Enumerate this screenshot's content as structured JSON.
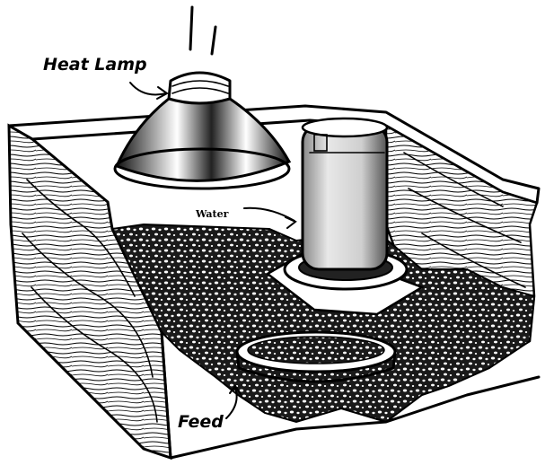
{
  "labels": {
    "heat_lamp": "Heat Lamp",
    "water": "Water",
    "feed": "Feed"
  }
}
